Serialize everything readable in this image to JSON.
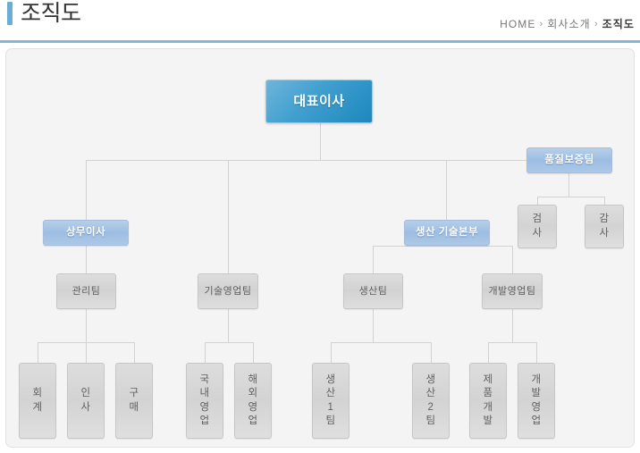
{
  "header": {
    "title": "조직도",
    "breadcrumb": {
      "home": "HOME",
      "sep1": "›",
      "section": "회사소개",
      "sep2": "›",
      "current": "조직도"
    }
  },
  "colors": {
    "accent_bar": "#6aaed6",
    "header_rule": "#7fb7d9",
    "panel_bg": "#f4f4f4",
    "panel_border": "#e2e2e2",
    "connector": "#d2d2d2",
    "ceo_blue_light": "#6fb4da",
    "ceo_blue_dark": "#1d87bd",
    "division_blue": "#9cbde2",
    "team_gray": "#d2d2d2",
    "team_border": "#c6c6c6",
    "team_text": "#5f5f5f"
  },
  "chart": {
    "type": "org-chart",
    "root": {
      "label": "대표이사",
      "style": "ceo"
    },
    "divisions": [
      {
        "id": "sangmu",
        "label": "상무이사",
        "style": "division"
      },
      {
        "id": "saengsan",
        "label": "생산 기술본부",
        "style": "division"
      },
      {
        "id": "pumjil",
        "label": "품질보증팀",
        "style": "division"
      }
    ],
    "qa_children": [
      {
        "label": "검\n사"
      },
      {
        "label": "감\n사"
      }
    ],
    "teams": [
      {
        "id": "gwanri",
        "label": "관리팀",
        "style": "team"
      },
      {
        "id": "gisul",
        "label": "기술영업팀",
        "style": "team"
      },
      {
        "id": "saengsant",
        "label": "생산팀",
        "style": "team"
      },
      {
        "id": "gaebal",
        "label": "개발영업팀",
        "style": "team"
      }
    ],
    "leaves": {
      "gwanri": [
        {
          "label": "회\n계"
        },
        {
          "label": "인\n사"
        },
        {
          "label": "구\n매"
        }
      ],
      "gisul": [
        {
          "label": "국\n내\n영\n업"
        },
        {
          "label": "해\n외\n영\n업"
        }
      ],
      "saengsant": [
        {
          "label": "생\n산\n1\n팀"
        },
        {
          "label": "생\n산\n2\n팀"
        }
      ],
      "gaebal": [
        {
          "label": "제\n품\n개\n발"
        },
        {
          "label": "개\n발\n영\n업"
        }
      ]
    }
  }
}
